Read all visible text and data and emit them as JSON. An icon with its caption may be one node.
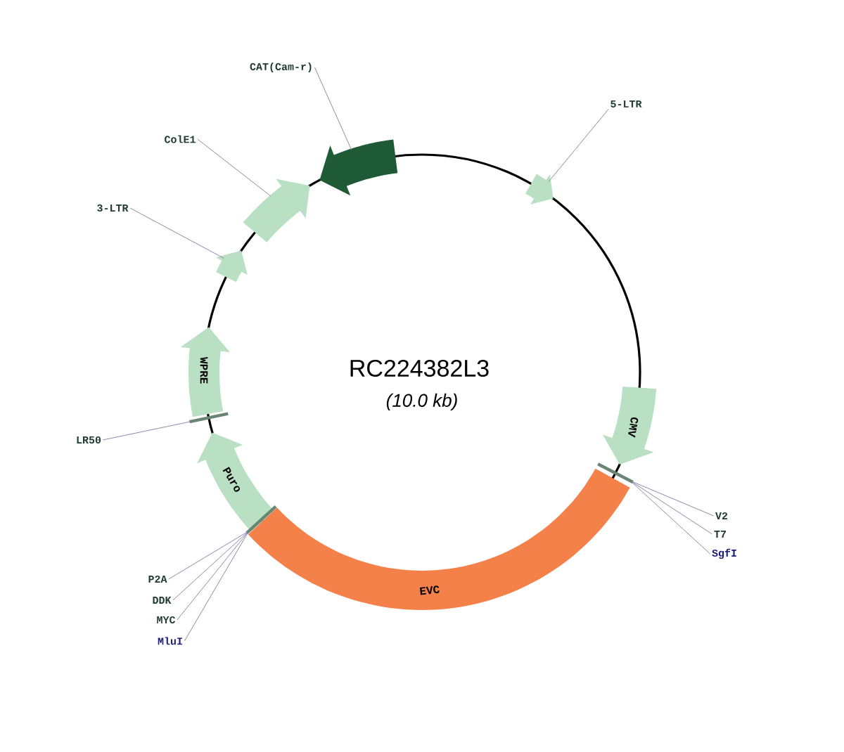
{
  "diagram": {
    "title": "RC224382L3",
    "nodes": [
      {
        "text": [
          "5-LTR"
        ]
      },
      {
        "text": [],
        "shape": "arrow"
      },
      {
        "text": [
          "CMV"
        ]
      },
      {
        "text": [
          "EVC"
        ]
      },
      {
        "text": [
          "Puro"
        ]
      },
      {
        "text": [
          "WPRE"
        ]
      },
      {
        "text": [
          "3-LTR"
        ]
      },
      {
        "text": [],
        "shape": "arrow"
      },
      {
        "text": [
          "ColE1"
        ]
      },
      {
        "text": [],
        "shape": "arrow"
      },
      {
        "text": [
          "CAT(Cam-r)"
        ]
      },
      {
        "text": [],
        "shape": "arrow"
      },
      {
        "text": [
          "LR50"
        ]
      },
      {
        "text": [],
        "shape": "bar"
      },
      {
        "text": [
          "P2A"
        ]
      },
      {
        "text": [
          "DDK"
        ]
      },
      {
        "text": [
          "MYC"
        ]
      },
      {
        "text": [
          "MluI"
        ]
      },
      {
        "text": [],
        "shape": "bar"
      },
      {
        "text": [
          "V2"
        ]
      },
      {
        "text": [
          "T7"
        ]
      },
      {
        "text": [
          "SgfI"
        ]
      },
      {
        "text": [],
        "shape": "bar"
      }
    ],
    "edges": [
      {
        "from": 0,
        "to": 1,
        "arrow": "none"
      },
      {
        "from": 6,
        "to": 7,
        "arrow": "none"
      },
      {
        "from": 8,
        "to": 9,
        "arrow": "none"
      },
      {
        "from": 10,
        "to": 11,
        "arrow": "none"
      },
      {
        "from": 12,
        "to": 13,
        "arrow": "none"
      },
      {
        "from": 14,
        "to": 18,
        "arrow": "none"
      },
      {
        "from": 15,
        "to": 18,
        "arrow": "none"
      },
      {
        "from": 16,
        "to": 18,
        "arrow": "none"
      },
      {
        "from": 17,
        "to": 18,
        "arrow": "none"
      },
      {
        "from": 19,
        "to": 22,
        "arrow": "none"
      },
      {
        "from": 20,
        "to": 22,
        "arrow": "none"
      },
      {
        "from": 21,
        "to": 22,
        "arrow": "none"
      }
    ],
    "labels": [
      "(10.0 kb)"
    ]
  }
}
